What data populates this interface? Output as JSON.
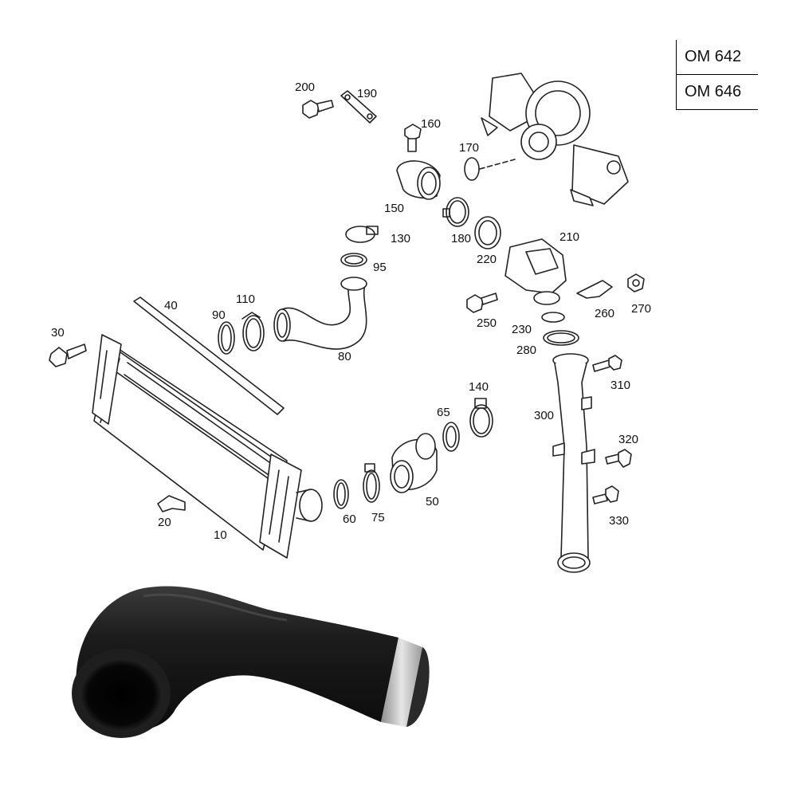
{
  "engine_codes": [
    "OM 642",
    "OM 646"
  ],
  "part_numbers": [
    "10",
    "20",
    "30",
    "40",
    "50",
    "60",
    "65",
    "75",
    "80",
    "90",
    "95",
    "110",
    "130",
    "140",
    "150",
    "160",
    "170",
    "180",
    "190",
    "200",
    "210",
    "220",
    "230",
    "250",
    "260",
    "270",
    "280",
    "300",
    "310",
    "320",
    "330"
  ],
  "colors": {
    "line": "#222222",
    "background": "#ffffff",
    "hose_rubber": "#1a1a1a",
    "clamp_metal": "#b8b8b8"
  }
}
